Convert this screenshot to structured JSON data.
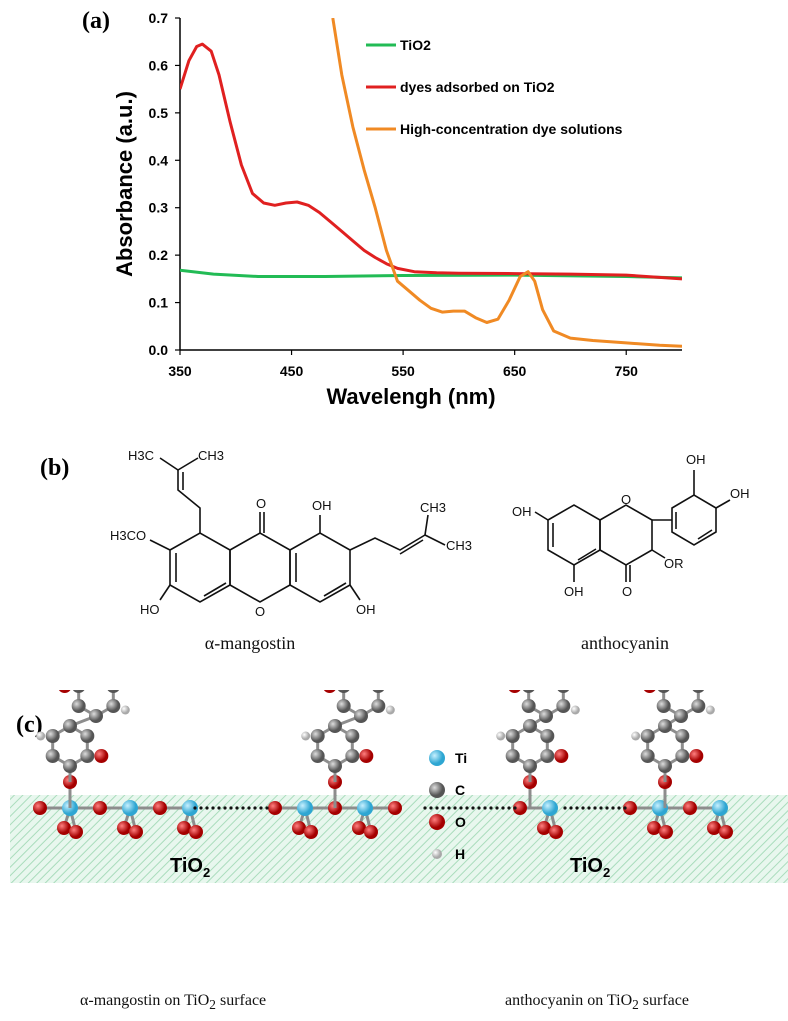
{
  "panels": {
    "a": "(a)",
    "b": "(b)",
    "c": "(c)"
  },
  "chart_data": {
    "type": "line",
    "xlabel": "Wavelengh (nm)",
    "ylabel": "Absorbance (a.u.)",
    "xlim": [
      350,
      800
    ],
    "ylim": [
      0,
      0.7
    ],
    "xticks": [
      350,
      450,
      550,
      650,
      750
    ],
    "yticks": [
      0.0,
      0.1,
      0.2,
      0.3,
      0.4,
      0.5,
      0.6,
      0.7
    ],
    "legend_position": "top-right",
    "grid": false,
    "series": [
      {
        "name": "TiO2",
        "color": "#22bb55",
        "x": [
          350,
          380,
          420,
          480,
          550,
          650,
          750,
          800
        ],
        "y": [
          0.168,
          0.16,
          0.155,
          0.155,
          0.157,
          0.158,
          0.155,
          0.152
        ]
      },
      {
        "name": "dyes  adsorbed on TiO2",
        "color": "#e02020",
        "x": [
          350,
          358,
          365,
          370,
          378,
          385,
          395,
          405,
          415,
          425,
          435,
          445,
          455,
          465,
          475,
          485,
          495,
          505,
          515,
          525,
          535,
          545,
          560,
          580,
          600,
          650,
          700,
          750,
          800
        ],
        "y": [
          0.55,
          0.61,
          0.64,
          0.645,
          0.63,
          0.58,
          0.48,
          0.39,
          0.33,
          0.31,
          0.305,
          0.31,
          0.312,
          0.305,
          0.29,
          0.27,
          0.25,
          0.23,
          0.21,
          0.195,
          0.182,
          0.172,
          0.165,
          0.163,
          0.162,
          0.161,
          0.16,
          0.158,
          0.15
        ]
      },
      {
        "name": "High-concentration dye solutions",
        "color": "#f08a24",
        "x": [
          487,
          495,
          505,
          515,
          525,
          535,
          545,
          555,
          565,
          575,
          585,
          595,
          605,
          615,
          625,
          635,
          645,
          655,
          662,
          668,
          675,
          685,
          700,
          720,
          750,
          780,
          800
        ],
        "y": [
          0.7,
          0.58,
          0.47,
          0.38,
          0.3,
          0.21,
          0.145,
          0.125,
          0.105,
          0.088,
          0.08,
          0.082,
          0.082,
          0.068,
          0.058,
          0.065,
          0.105,
          0.155,
          0.165,
          0.145,
          0.085,
          0.04,
          0.025,
          0.02,
          0.015,
          0.01,
          0.008
        ]
      }
    ]
  },
  "structures": {
    "mangostin": {
      "name": "α-mangostin",
      "labels": [
        "H3C",
        "CH3",
        "O",
        "OH",
        "H3CO",
        "CH3",
        "CH3",
        "HO",
        "O",
        "OH"
      ]
    },
    "anthocyanin": {
      "name": "anthocyanin",
      "labels": [
        "OH",
        "OH",
        "OH",
        "O",
        "OR",
        "OH",
        "O"
      ]
    }
  },
  "models": {
    "legend": [
      {
        "label": "Ti",
        "color": "#4dc3e6"
      },
      {
        "label": "C",
        "color": "#8a8a8a"
      },
      {
        "label": "O",
        "color": "#cc1111"
      },
      {
        "label": "H",
        "color": "#d8d8d8"
      }
    ],
    "surface_label_left": "TiO",
    "surface_label_right": "TiO",
    "surface_sub": "2",
    "caption_left_pre": "α-mangostin on TiO",
    "caption_left_sub": "2",
    "caption_left_post": " surface",
    "caption_right_pre": "anthocyanin on TiO",
    "caption_right_sub": "2",
    "caption_right_post": " surface"
  }
}
